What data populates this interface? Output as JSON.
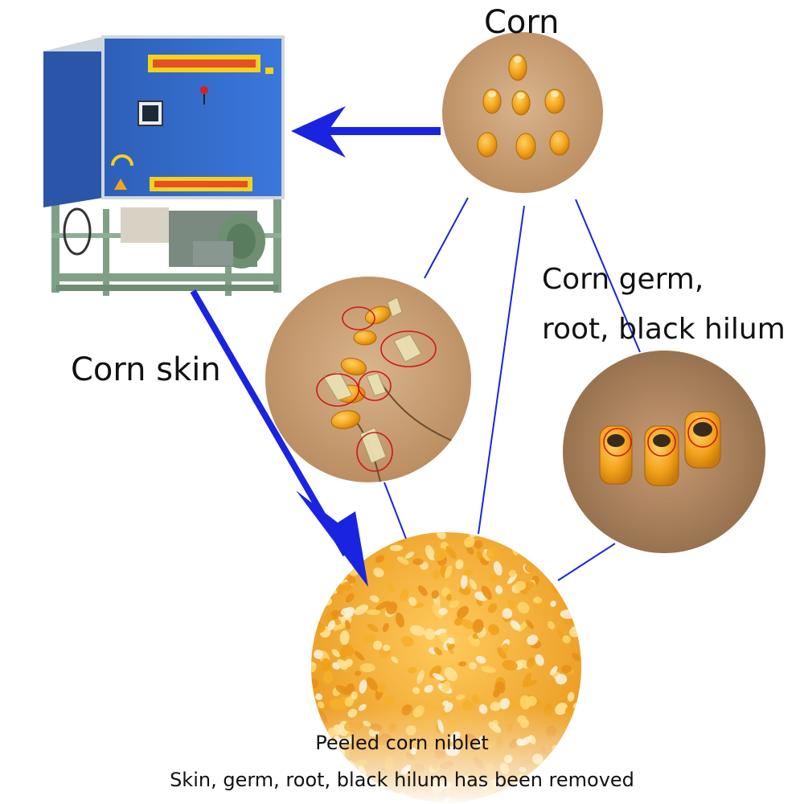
{
  "labels": {
    "corn": "Corn",
    "germ_line1": "Corn germ,",
    "germ_line2": "root, black hilum",
    "skin": "Corn skin"
  },
  "caption": {
    "line1": "Peeled corn niblet",
    "line2": "Skin, germ, root, black hilum has been removed"
  },
  "colors": {
    "arrow": "#1a24e0",
    "connector": "#1a24e0",
    "machine_body": "#2a63c8",
    "machine_frame": "#7fa086",
    "kernel": "#f2a31a",
    "background_wood": "#cfa57a",
    "marker_circle": "#d01818"
  }
}
